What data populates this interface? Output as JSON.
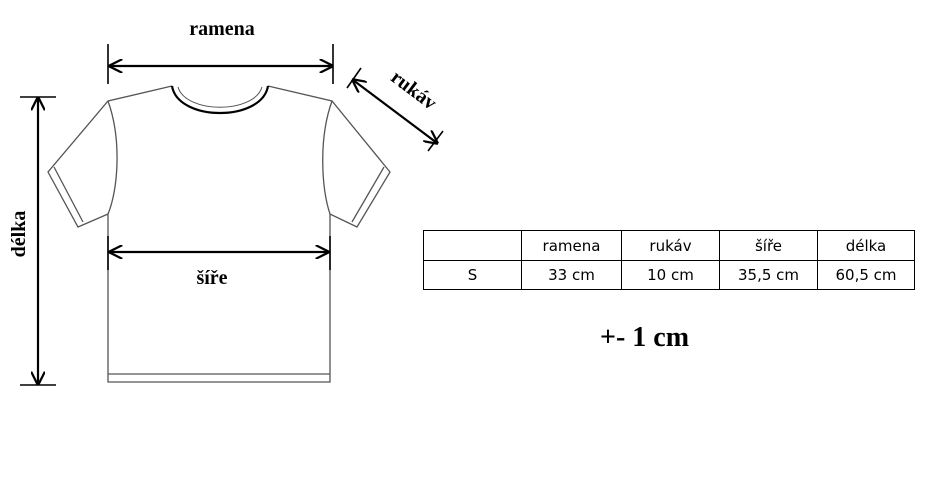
{
  "diagram": {
    "labels": {
      "shoulders": "ramena",
      "sleeve": "rukáv",
      "width": "šíře",
      "length": "délka"
    },
    "line_color": "#000000",
    "shirt_outline_color": "#555555"
  },
  "size_table": {
    "headers": [
      "",
      "ramena",
      "rukáv",
      "šíře",
      "délka"
    ],
    "rows": [
      [
        "S",
        "33 cm",
        "10 cm",
        "35,5 cm",
        "60,5 cm"
      ]
    ]
  },
  "tolerance": "+- 1 cm"
}
